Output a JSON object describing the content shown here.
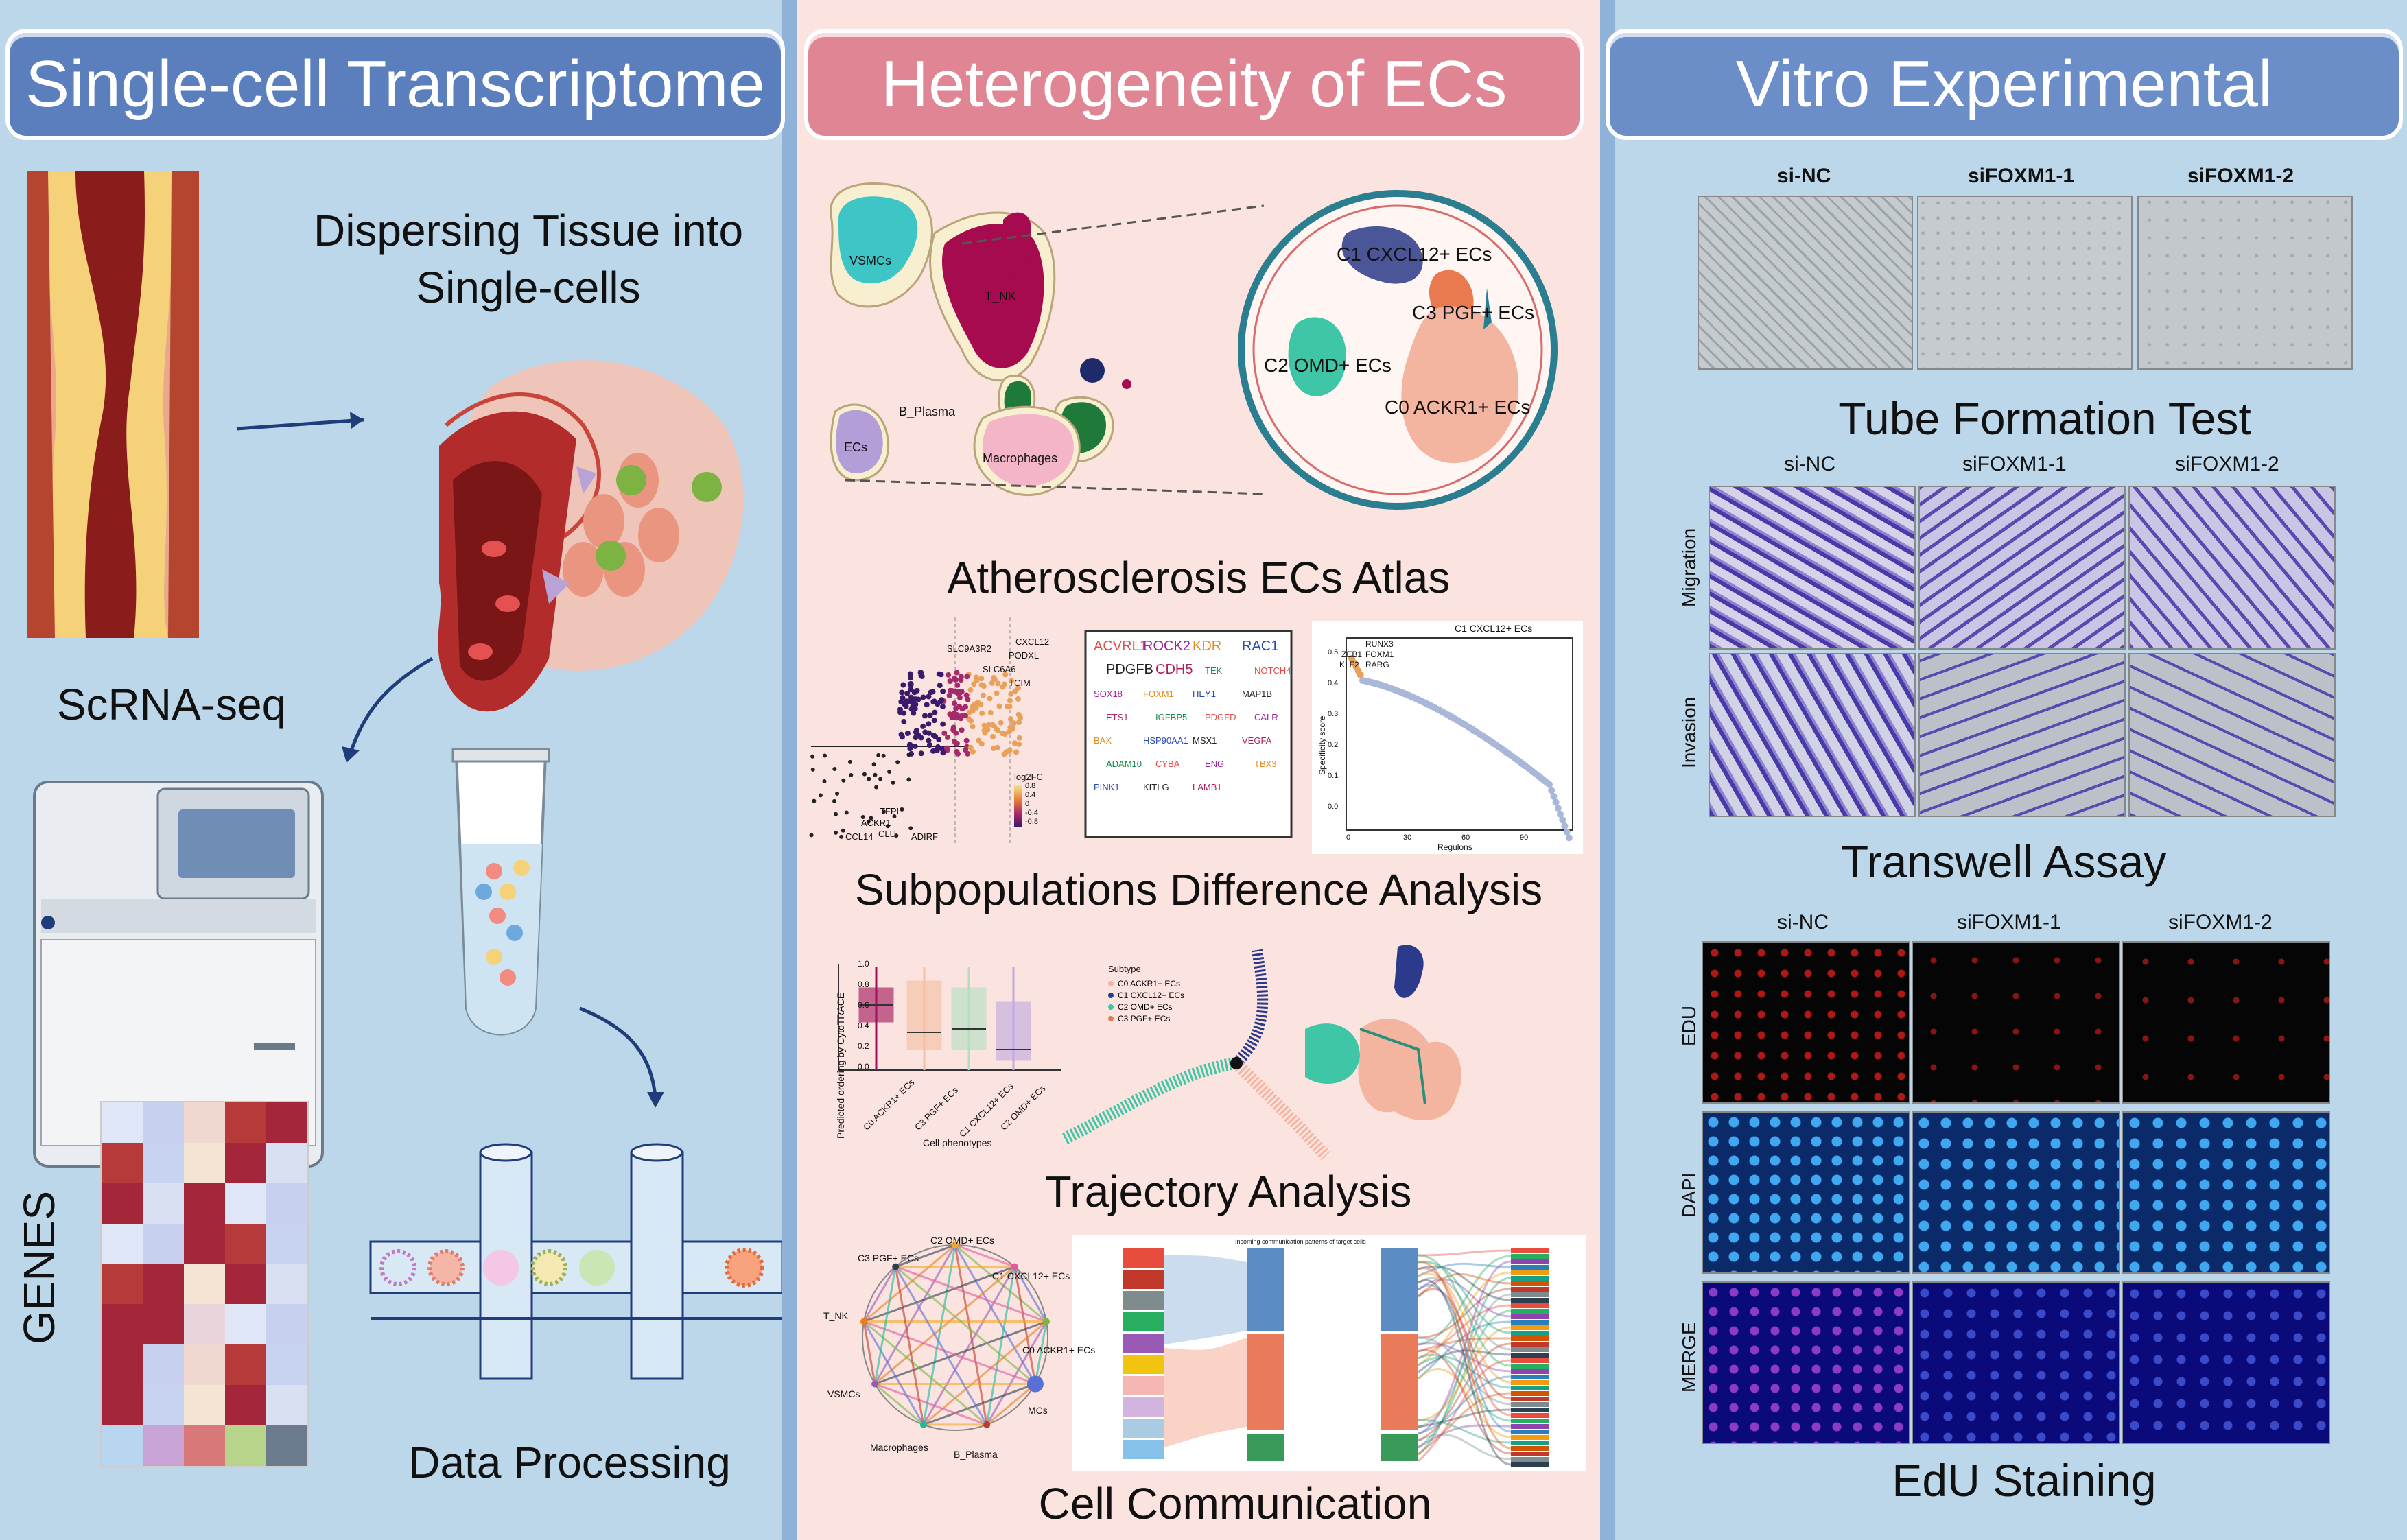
{
  "panels": {
    "left": {
      "title": "Single-cell Transcriptome"
    },
    "middle": {
      "title": "Heterogeneity of ECs"
    },
    "right": {
      "title": "Vitro Experimental"
    }
  },
  "left": {
    "dispersing": "Dispersing Tissue into\nSingle-cells",
    "scrnaseq": "ScRNA-seq",
    "genes": "GENES",
    "data_processing": "Data Processing"
  },
  "middle": {
    "atlas": {
      "title": "Atherosclerosis ECs Atlas",
      "clusters": [
        "VSMCs",
        "T_NK",
        "B_Plasma",
        "ECs",
        "Macrophages"
      ],
      "zoom_clusters": [
        "C1 CXCL12+ ECs",
        "C3 PGF+ ECs",
        "C2 OMD+ ECs",
        "C0 ACKR1+ ECs"
      ]
    },
    "difference": {
      "title": "Subpopulations Difference Analysis",
      "volcano_genes": [
        "CXCL12",
        "SLC9A3R2",
        "PODXL",
        "SLC6A6",
        "TCIM",
        "TFPI",
        "ACKR1",
        "CLU",
        "CCL14",
        "ADIRF"
      ],
      "volcano_legend_title": "log2FC",
      "volcano_legend_ticks": [
        "0.8",
        "0.4",
        "0",
        "-0.4",
        "-0.8"
      ],
      "wordcloud": [
        "ACVRL1",
        "ROCK2",
        "KDR",
        "RAC1",
        "PDGFB",
        "CDH5",
        "TEK",
        "NOTCH4",
        "SOX18",
        "FOXM1",
        "HEY1",
        "MAP1B",
        "ETS1",
        "IGFBP5",
        "PDGFD",
        "CALR",
        "BAX",
        "HSP90AA1",
        "MSX1",
        "VEGFA",
        "ADAM10",
        "CYBA",
        "ENG",
        "TBX3",
        "PINK1",
        "KITLG",
        "LAMB1"
      ],
      "specificity": {
        "title": "C1 CXCL12+ ECs",
        "genes": [
          "RUNX3",
          "ZEB1",
          "FOXM1",
          "KLF2",
          "RARG"
        ],
        "ylabel": "Specificity score",
        "xlabel": "Regulons",
        "y_ticks": [
          "0.5",
          "0.4",
          "0.3",
          "0.2",
          "0.1",
          "0.0"
        ],
        "x_ticks": [
          "0",
          "30",
          "60",
          "90"
        ]
      }
    },
    "trajectory": {
      "title": "Trajectory Analysis",
      "box_ylabel": "Predicted ordering by CytoTRACE",
      "box_xlabel": "Cell phenotypes",
      "box_categories": [
        "C0 ACKR1+ ECs",
        "C3 PGF+ ECs",
        "C1 CXCL12+ ECs",
        "C2 OMD+ ECs"
      ],
      "box_y_ticks": [
        "1.0",
        "0.8",
        "0.6",
        "0.4",
        "0.2",
        "0.0"
      ],
      "legend_title": "Subtype",
      "legend_items": [
        "C0 ACKR1+ ECs",
        "C1 CXCL12+ ECs",
        "C2 OMD+ ECs",
        "C3 PGF+ ECs"
      ]
    },
    "communication": {
      "title": "Cell Communication",
      "nodes": [
        "C2 OMD+ ECs",
        "C3 PGF+ ECs",
        "C1 CXCL12+ ECs",
        "T_NK",
        "C0 ACKR1+ ECs",
        "VSMCs",
        "MCs",
        "Macrophages",
        "B_Plasma"
      ],
      "sankey_title": "Incoming communication patterns of target cells"
    }
  },
  "right": {
    "tube": {
      "title": "Tube Formation Test",
      "cols": [
        "si-NC",
        "siFOXM1-1",
        "siFOXM1-2"
      ]
    },
    "transwell": {
      "title": "Transwell Assay",
      "cols": [
        "si-NC",
        "siFOXM1-1",
        "siFOXM1-2"
      ],
      "rows": [
        "Migration",
        "Invasion"
      ]
    },
    "edu": {
      "title": "EdU Staining",
      "cols": [
        "si-NC",
        "siFOXM1-1",
        "siFOXM1-2"
      ],
      "rows": [
        "EDU",
        "DAPI",
        "MERGE"
      ]
    }
  },
  "colors": {
    "left_bg": "#bcd6ea",
    "middle_bg": "#fbe3df",
    "right_bg": "#bcd6ea",
    "left_header": "#5b7fbd",
    "middle_header": "#df8593",
    "right_header": "#6b8ec9",
    "divider": "#8fb2d8"
  }
}
